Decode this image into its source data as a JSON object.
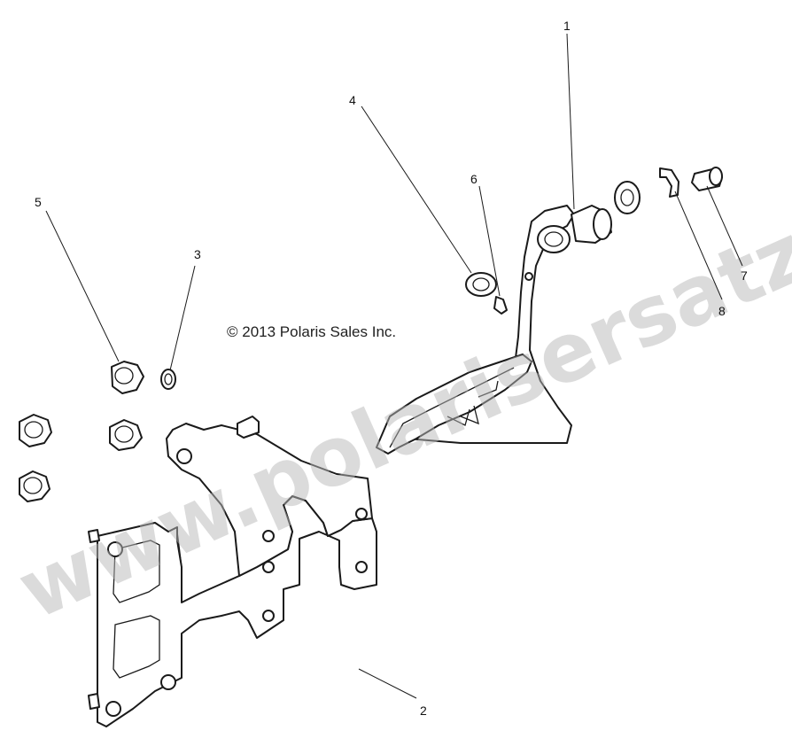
{
  "copyright": "© 2013 Polaris Sales Inc.",
  "watermark": "www.polarisersatzteile.de",
  "callouts": {
    "c1": "1",
    "c2": "2",
    "c3": "3",
    "c4": "4",
    "c5": "5",
    "c6": "6",
    "c7": "7",
    "c8": "8"
  }
}
